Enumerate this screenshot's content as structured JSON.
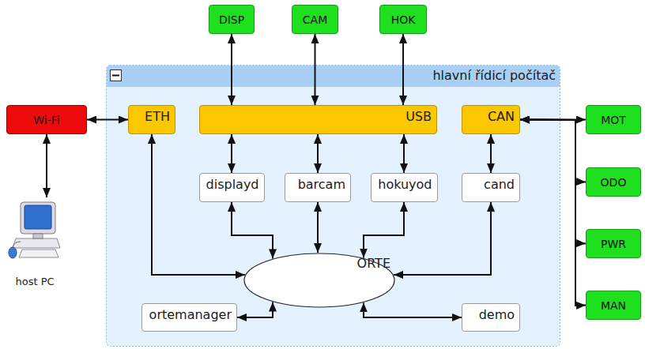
{
  "diagram": {
    "nodes": [
      {
        "text": [
          "DISP"
        ]
      },
      {
        "text": [
          "CAM"
        ]
      },
      {
        "text": [
          "HOK"
        ]
      },
      {
        "text": [
          "hlavní řídicí počítač"
        ]
      },
      {
        "text": [
          "Wi-Fi"
        ]
      },
      {
        "text": [
          "ETH"
        ],
        "in": 3
      },
      {
        "text": [
          "USB"
        ],
        "in": 3
      },
      {
        "text": [
          "CAN"
        ],
        "in": 3
      },
      {
        "text": [
          "MOT"
        ]
      },
      {
        "text": [
          "displayd"
        ],
        "in": 3
      },
      {
        "text": [
          "barcam"
        ],
        "in": 3
      },
      {
        "text": [
          "hokuyod"
        ],
        "in": 3
      },
      {
        "text": [
          "cand"
        ],
        "in": 3
      },
      {
        "text": [
          "ODO"
        ]
      },
      {
        "text": [
          "PWR"
        ]
      },
      {
        "text": [
          "ORTE"
        ],
        "in": 3
      },
      {
        "text": [
          "MAN"
        ]
      },
      {
        "text": [
          "host PC"
        ]
      },
      {
        "text": [
          "ortemanager"
        ],
        "in": 3
      },
      {
        "text": [
          "demo"
        ],
        "in": 3
      }
    ],
    "edges": [
      {
        "from": 0,
        "to": 6,
        "arrow": "both"
      },
      {
        "from": 1,
        "to": 6,
        "arrow": "both"
      },
      {
        "from": 2,
        "to": 6,
        "arrow": "both"
      },
      {
        "from": 4,
        "to": 5,
        "arrow": "both"
      },
      {
        "from": 4,
        "to": 17,
        "arrow": "both"
      },
      {
        "from": 6,
        "to": 9,
        "arrow": "both"
      },
      {
        "from": 6,
        "to": 10,
        "arrow": "both"
      },
      {
        "from": 6,
        "to": 11,
        "arrow": "both"
      },
      {
        "from": 7,
        "to": 12,
        "arrow": "both"
      },
      {
        "from": 9,
        "to": 15,
        "arrow": "both"
      },
      {
        "from": 10,
        "to": 15,
        "arrow": "both"
      },
      {
        "from": 11,
        "to": 15,
        "arrow": "both"
      },
      {
        "from": 12,
        "to": 15,
        "arrow": "both"
      },
      {
        "from": 5,
        "to": 15,
        "arrow": "both"
      },
      {
        "from": 18,
        "to": 15,
        "arrow": "both"
      },
      {
        "from": 19,
        "to": 15,
        "arrow": "both"
      },
      {
        "from": 7,
        "to": 8,
        "arrow": "both"
      },
      {
        "from": 7,
        "to": 13,
        "arrow": "both"
      },
      {
        "from": 7,
        "to": 14,
        "arrow": "both"
      },
      {
        "from": 7,
        "to": 16,
        "arrow": "both"
      }
    ]
  }
}
